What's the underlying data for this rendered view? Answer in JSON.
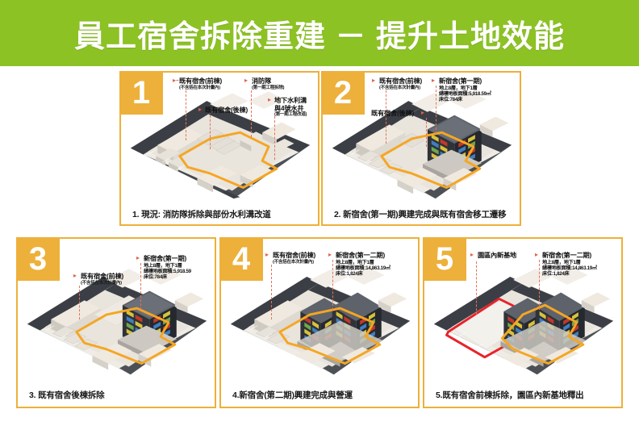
{
  "banner": {
    "title": "員工宿舍拆除重建 － 提升土地效能",
    "background_color": "#8cc224",
    "text_color": "#ffffff"
  },
  "theme": {
    "accent_color": "#edb03a",
    "boundary_yellow": "#f5a623",
    "boundary_red": "#e8232a",
    "leader_color": "#e0765c",
    "road_color": "#3b3f45",
    "building_light": "#efe9df",
    "building_grey": "#d9d6d1"
  },
  "panels": [
    {
      "number": "1",
      "caption": "1. 現況: 消防隊拆除與部份水利溝改道",
      "callouts": [
        {
          "title": "既有宿舍(前棟)",
          "sub": "(不含括在本次計畫內)"
        },
        {
          "title": "消防隊",
          "sub": "(第一期工程拆除)"
        },
        {
          "title": "既有宿舍(後棟)",
          "sub": ""
        },
        {
          "title": "地下水利溝",
          "title2": "與4號水井",
          "sub": "(第一期工程改道)"
        }
      ]
    },
    {
      "number": "2",
      "caption": "2. 新宿舍(第一期)興建完成與既有宿舍移工遷移",
      "callouts": [
        {
          "title": "既有宿舍(前棟)",
          "sub": "(不含括在本次計畫內)"
        },
        {
          "title": "既有宿舍(後棟)",
          "sub": ""
        },
        {
          "title": "新宿舍(第一期)",
          "lines": [
            "地上8層，地下1層",
            "總樓地板面積:5,918.59㎡",
            "床位:784床"
          ]
        }
      ]
    },
    {
      "number": "3",
      "caption": "3. 既有宿舍後棟拆除",
      "callouts": [
        {
          "title": "既有宿舍(前棟)",
          "sub": "(不含括在本次計畫內)"
        },
        {
          "title": "新宿舍(第一期)",
          "lines": [
            "地上8層，地下1層",
            "總樓地板面積:5,918.59",
            "床位:784床"
          ]
        }
      ]
    },
    {
      "number": "4",
      "caption": "4.新宿舍(第二期)興建完成與營運",
      "callouts": [
        {
          "title": "既有宿舍(前棟)",
          "sub": "(不含括在本次計畫內)"
        },
        {
          "title": "新宿舍(第一二期)",
          "lines": [
            "地上8層，地下1層",
            "總樓地板面積:14,863.19㎡",
            "床位:1,824床"
          ]
        }
      ]
    },
    {
      "number": "5",
      "caption": "5.既有宿舍前棟拆除，園區內新基地釋出",
      "callouts": [
        {
          "title": "園區內新基地",
          "sub": ""
        },
        {
          "title": "新宿舍(第一二期)",
          "lines": [
            "地上8層，地下1層",
            "總樓地板面積:14,863.19㎡",
            "床位:1,824床"
          ]
        }
      ]
    }
  ]
}
